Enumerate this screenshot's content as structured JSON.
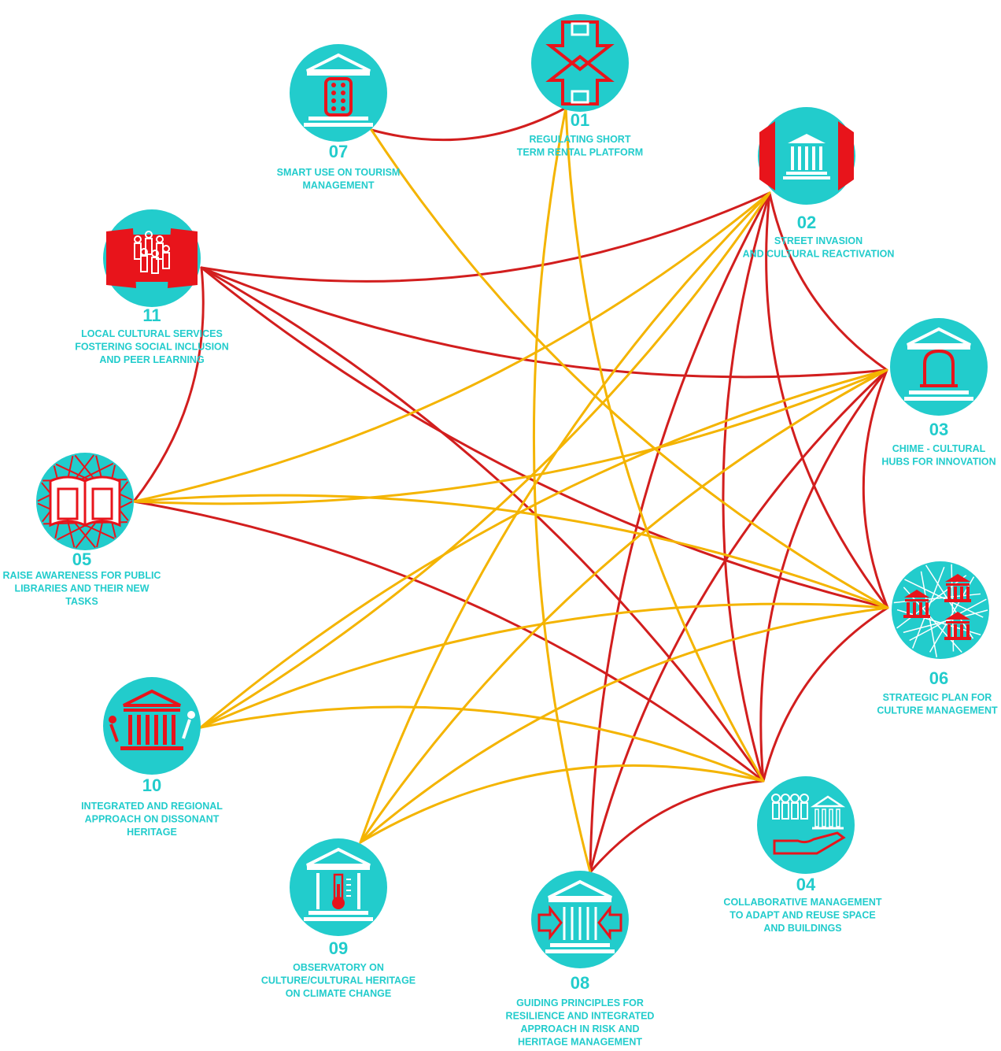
{
  "colors": {
    "node": "#22CCCC",
    "icon_light": "#ffffff",
    "icon_accent": "#E8141B",
    "link_red": "#D21E1E",
    "link_yellow": "#F4B400",
    "label": "#22CCCC"
  },
  "nodes": [
    {
      "id": "01",
      "number": "01",
      "label_lines": [
        "REGULATING SHORT",
        "TERM RENTAL PLATFORM"
      ],
      "icon": "arrows-converging-icon"
    },
    {
      "id": "02",
      "number": "02",
      "label_lines": [
        "STREET INVASION",
        "AND CULTURAL REACTIVATION"
      ],
      "icon": "building-between-walls-icon"
    },
    {
      "id": "03",
      "number": "03",
      "label_lines": [
        "CHIME - CULTURAL",
        "HUBS FOR INNOVATION"
      ],
      "icon": "bell-building-icon"
    },
    {
      "id": "04",
      "number": "04",
      "label_lines": [
        "COLLABORATIVE MANAGEMENT",
        "TO  ADAPT AND REUSE SPACE",
        "AND BUILDINGS"
      ],
      "icon": "people-building-hand-icon"
    },
    {
      "id": "05",
      "number": "05",
      "label_lines": [
        "RAISE AWARENESS FOR PUBLIC",
        "LIBRARIES AND THEIR NEW",
        "TASKS"
      ],
      "icon": "open-book-icon"
    },
    {
      "id": "06",
      "number": "06",
      "label_lines": [
        "STRATEGIC PLAN FOR",
        "CULTURE MANAGEMENT"
      ],
      "icon": "city-map-buildings-icon"
    },
    {
      "id": "07",
      "number": "07",
      "label_lines": [
        "SMART USE ON TOURISM",
        "MANAGEMENT"
      ],
      "icon": "building-smartphone-icon"
    },
    {
      "id": "08",
      "number": "08",
      "label_lines": [
        "GUIDING PRINCIPLES FOR",
        "RESILIENCE AND INTEGRATED",
        "APPROACH IN RISK AND",
        "HERITAGE MANAGEMENT"
      ],
      "icon": "building-arrows-icon"
    },
    {
      "id": "09",
      "number": "09",
      "label_lines": [
        "OBSERVATORY ON",
        "CULTURE/CULTURAL HERITAGE",
        "ON CLIMATE CHANGE"
      ],
      "icon": "building-thermometer-icon"
    },
    {
      "id": "10",
      "number": "10",
      "label_lines": [
        "INTEGRATED AND REGIONAL",
        "APPROACH ON DISSONANT",
        "HERITAGE"
      ],
      "icon": "building-people-pushing-icon"
    },
    {
      "id": "11",
      "number": "11",
      "label_lines": [
        "LOCAL CULTURAL SERVICES",
        "FOSTERING SOCIAL INCLUSION",
        "AND PEER LEARNING"
      ],
      "icon": "people-group-icon"
    }
  ],
  "links": [
    {
      "from": "07",
      "to": "01",
      "type": "red"
    },
    {
      "from": "11",
      "to": "02",
      "type": "red"
    },
    {
      "from": "11",
      "to": "03",
      "type": "red"
    },
    {
      "from": "11",
      "to": "06",
      "type": "red"
    },
    {
      "from": "11",
      "to": "04",
      "type": "red"
    },
    {
      "from": "11",
      "to": "05",
      "type": "red"
    },
    {
      "from": "02",
      "to": "03",
      "type": "red"
    },
    {
      "from": "02",
      "to": "06",
      "type": "red"
    },
    {
      "from": "02",
      "to": "04",
      "type": "red"
    },
    {
      "from": "02",
      "to": "08",
      "type": "red"
    },
    {
      "from": "03",
      "to": "06",
      "type": "red"
    },
    {
      "from": "03",
      "to": "04",
      "type": "red"
    },
    {
      "from": "03",
      "to": "08",
      "type": "red"
    },
    {
      "from": "06",
      "to": "04",
      "type": "red"
    },
    {
      "from": "05",
      "to": "04",
      "type": "red"
    },
    {
      "from": "04",
      "to": "08",
      "type": "red"
    },
    {
      "from": "01",
      "to": "08",
      "type": "yellow"
    },
    {
      "from": "01",
      "to": "04",
      "type": "yellow"
    },
    {
      "from": "07",
      "to": "06",
      "type": "yellow"
    },
    {
      "from": "02",
      "to": "09",
      "type": "yellow"
    },
    {
      "from": "02",
      "to": "10",
      "type": "yellow"
    },
    {
      "from": "02",
      "to": "05",
      "type": "yellow"
    },
    {
      "from": "03",
      "to": "05",
      "type": "yellow"
    },
    {
      "from": "03",
      "to": "10",
      "type": "yellow"
    },
    {
      "from": "03",
      "to": "09",
      "type": "yellow"
    },
    {
      "from": "05",
      "to": "06",
      "type": "yellow"
    },
    {
      "from": "10",
      "to": "06",
      "type": "yellow"
    },
    {
      "from": "09",
      "to": "06",
      "type": "yellow"
    },
    {
      "from": "10",
      "to": "04",
      "type": "yellow"
    },
    {
      "from": "09",
      "to": "04",
      "type": "yellow"
    }
  ]
}
